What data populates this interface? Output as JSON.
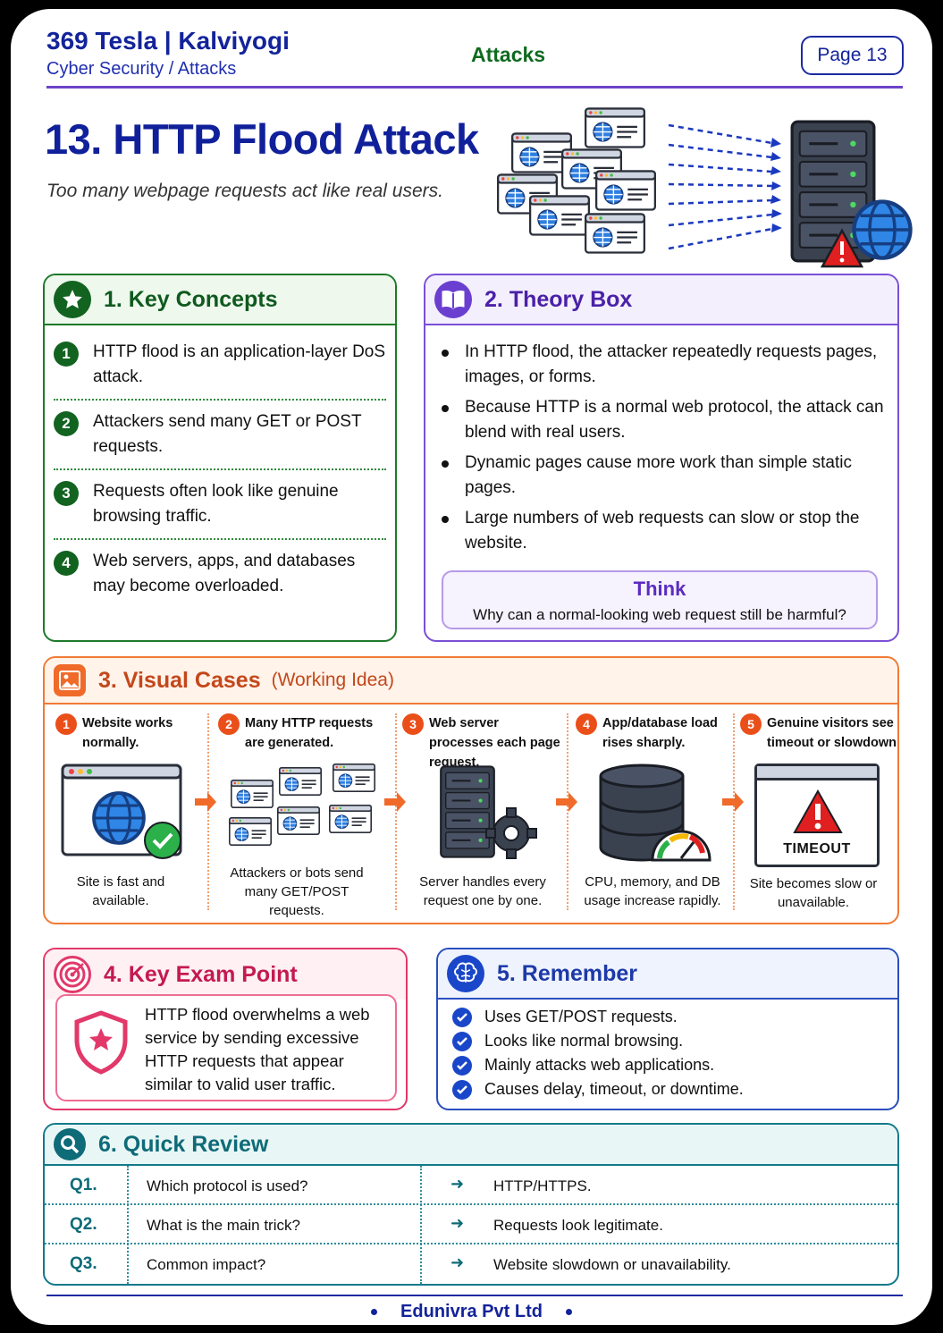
{
  "header": {
    "brand": "369 Tesla | Kalviyogi",
    "breadcrumb": "Cyber Security / Attacks",
    "section": "Attacks",
    "page": "Page 13"
  },
  "title": "13. HTTP Flood Attack",
  "subtitle": "Too many webpage requests act like real users.",
  "key_concepts": {
    "title": "1. Key Concepts",
    "items": [
      {
        "num": "1",
        "text": "HTTP flood is an application-layer DoS attack."
      },
      {
        "num": "2",
        "text": "Attackers send many GET or POST requests."
      },
      {
        "num": "3",
        "text": "Requests often look like genuine browsing traffic."
      },
      {
        "num": "4",
        "text": "Web servers, apps, and databases may become overloaded."
      }
    ]
  },
  "theory": {
    "title": "2. Theory Box",
    "items": [
      "In HTTP flood, the attacker repeatedly requests pages, images, or forms.",
      "Because HTTP is a normal web protocol, the attack can blend with real users.",
      "Dynamic pages cause more work than simple static pages.",
      "Large numbers of web requests can slow or stop the website."
    ],
    "think_title": "Think",
    "think_question": "Why can a normal-looking web request still be harmful?"
  },
  "visual_cases": {
    "title": "3. Visual Cases",
    "note": "(Working Idea)",
    "steps": [
      {
        "num": "1",
        "head": "Website works normally.",
        "caption": "Site is fast and available."
      },
      {
        "num": "2",
        "head": "Many HTTP requests are generated.",
        "caption": "Attackers or bots send many GET/POST requests."
      },
      {
        "num": "3",
        "head": "Web server processes each page request.",
        "caption": "Server handles every request one by one."
      },
      {
        "num": "4",
        "head": "App/database load rises sharply.",
        "caption": "CPU, memory, and DB usage increase rapidly."
      },
      {
        "num": "5",
        "head": "Genuine visitors see timeout or slowdown.",
        "caption": "Site becomes slow or unavailable."
      }
    ],
    "timeout_label": "TIMEOUT"
  },
  "exam_point": {
    "title": "4. Key Exam Point",
    "text": "HTTP flood overwhelms a web service by sending excessive HTTP requests that appear similar to valid user traffic."
  },
  "remember": {
    "title": "5. Remember",
    "items": [
      "Uses GET/POST requests.",
      "Looks like normal browsing.",
      "Mainly attacks web applications.",
      "Causes delay, timeout, or downtime."
    ]
  },
  "quick_review": {
    "title": "6. Quick Review",
    "rows": [
      {
        "q": "Q1.",
        "question": "Which protocol is used?",
        "answer": "HTTP/HTTPS."
      },
      {
        "q": "Q2.",
        "question": "What is the main trick?",
        "answer": "Requests look legitimate."
      },
      {
        "q": "Q3.",
        "question": "Common impact?",
        "answer": "Website slowdown or unavailability."
      }
    ]
  },
  "footer": "Edunivra Pvt Ltd",
  "colors": {
    "primary_blue": "#13239a",
    "green": "#1e7a2b",
    "purple": "#7b4fd6",
    "orange": "#f07a35",
    "pink": "#e2386a",
    "teal": "#127a8a"
  }
}
